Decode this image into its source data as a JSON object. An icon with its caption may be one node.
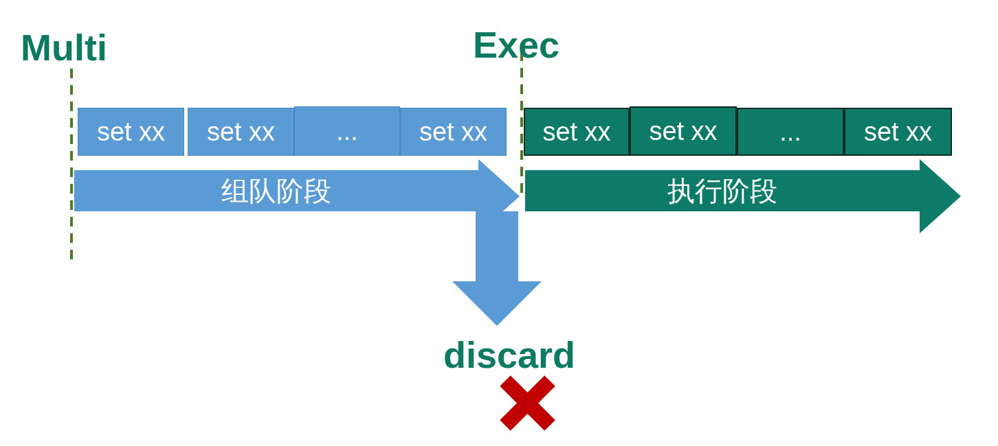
{
  "diagram": {
    "nodes": [
      {
        "text": [
          "set xx"
        ]
      },
      {
        "text": [
          "set xx"
        ]
      },
      {
        "text": [
          "..."
        ]
      },
      {
        "text": [
          "set xx"
        ]
      },
      {
        "text": [
          "set xx"
        ]
      },
      {
        "text": [
          "set xx"
        ]
      },
      {
        "text": [
          "..."
        ]
      },
      {
        "text": [
          "set xx"
        ]
      },
      {
        "text": [
          "组队阶段"
        ]
      },
      {
        "text": [
          "执行阶段"
        ]
      },
      {
        "text": [
          "discard"
        ]
      }
    ],
    "edges": [
      {
        "from": 8,
        "to": 10,
        "arrow": "to"
      }
    ],
    "labels": [
      "Multi",
      "Exec"
    ]
  }
}
